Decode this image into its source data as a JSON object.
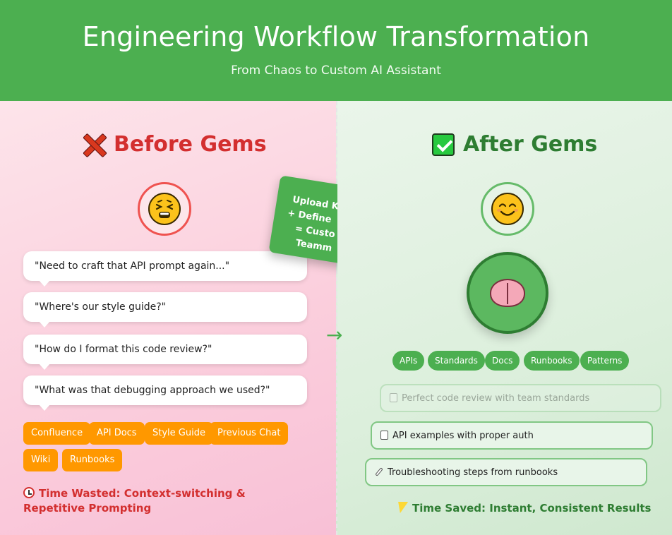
{
  "header": {
    "title": "Engineering Workflow Transformation",
    "subtitle": "From Chaos to Custom AI Assistant"
  },
  "before": {
    "title": "Before Gems",
    "mood_icon": "tired-face-icon",
    "quotes": [
      "\"Need to craft that API prompt again...\"",
      "\"Where's our style guide?\"",
      "\"How do I format this code review?\"",
      "\"What was that debugging approach we used?\""
    ],
    "sources": [
      "Confluence",
      "API Docs",
      "Style Guide",
      "Previous Chat",
      "Wiki",
      "Runbooks"
    ],
    "footer": "Time Wasted: Context-switching & Repetitive Prompting",
    "accent": "#d32f2f",
    "chip_color": "#ff9800"
  },
  "transition": {
    "lines": [
      "Upload K",
      "+ Define",
      "= Custo",
      "Teamm"
    ],
    "arrow": "→"
  },
  "after": {
    "title": "After Gems",
    "mood_icon": "smiling-face-icon",
    "core_icon": "brain-icon",
    "tags": [
      "APIs",
      "Standards",
      "Docs",
      "Runbooks",
      "Patterns"
    ],
    "results": [
      "Perfect code review with team standards",
      "API examples with proper auth",
      "Troubleshooting steps from runbooks"
    ],
    "footer": "Time Saved: Instant, Consistent Results",
    "accent": "#2e7d32",
    "chip_color": "#4caf50"
  }
}
